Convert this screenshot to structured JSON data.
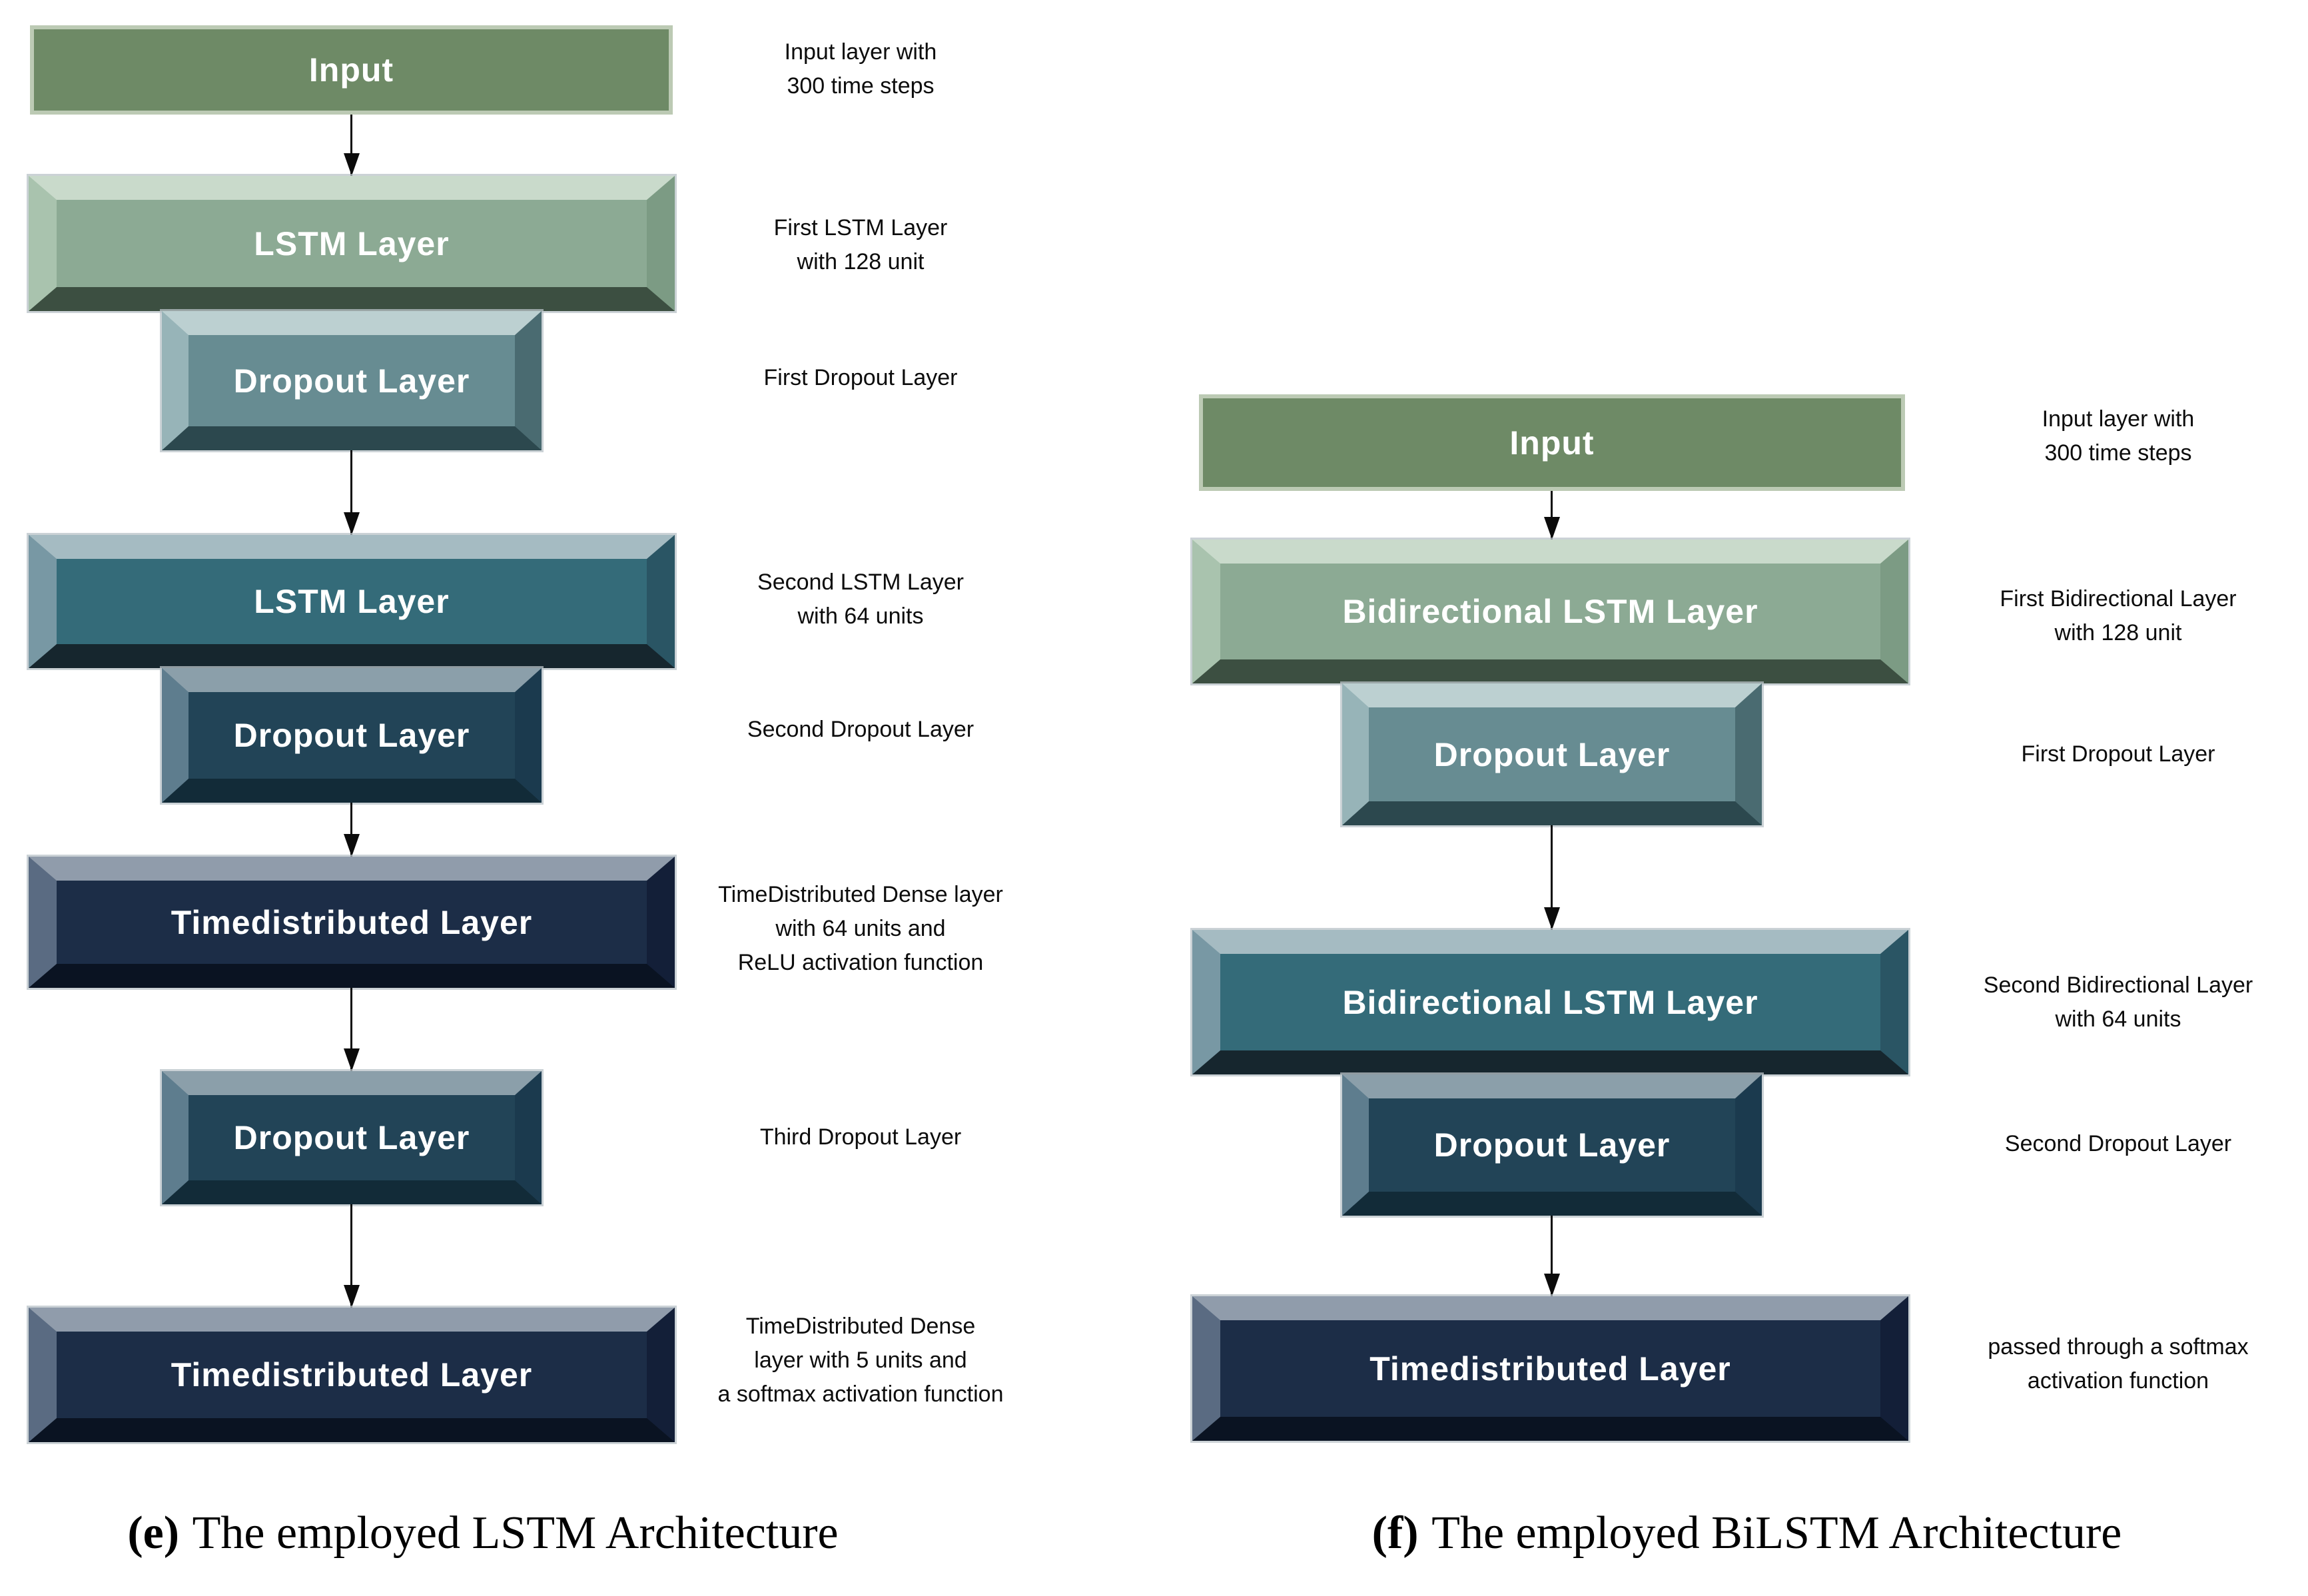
{
  "figure": {
    "background": "#ffffff",
    "arrow_color": "#0b0b0b",
    "text_color": "#0c0c0c",
    "label_color": "#ffffff"
  },
  "palette": {
    "input_green": "#6E8A66",
    "sage_green": "#8CAA94",
    "teal": "#678C92",
    "dark_teal": "#346B79",
    "navy": "#224457",
    "dark_navy": "#1C2D47"
  },
  "diagrams": [
    {
      "id": "e",
      "caption_label": "(e)",
      "caption_text": "The employed LSTM Architecture",
      "nodes": [
        {
          "label": "Input",
          "annotation": "Input layer with\n300 time steps"
        },
        {
          "label": "LSTM Layer",
          "annotation": "First LSTM Layer\nwith 128 unit"
        },
        {
          "label": "Dropout Layer",
          "annotation": "First Dropout Layer"
        },
        {
          "label": "LSTM Layer",
          "annotation": "Second LSTM Layer\nwith 64 units"
        },
        {
          "label": "Dropout Layer",
          "annotation": "Second Dropout Layer"
        },
        {
          "label": "Timedistributed Layer",
          "annotation": "TimeDistributed Dense layer\nwith 64 units and\nReLU activation function"
        },
        {
          "label": "Dropout Layer",
          "annotation": "Third Dropout Layer"
        },
        {
          "label": "Timedistributed Layer",
          "annotation": "TimeDistributed Dense\nlayer with 5 units and\na softmax activation function"
        }
      ]
    },
    {
      "id": "f",
      "caption_label": "(f)",
      "caption_text": "The employed BiLSTM Architecture",
      "nodes": [
        {
          "label": "Input",
          "annotation": "Input layer with\n300 time steps"
        },
        {
          "label": "Bidirectional LSTM Layer",
          "annotation": "First Bidirectional Layer\nwith 128 unit"
        },
        {
          "label": "Dropout Layer",
          "annotation": "First Dropout Layer"
        },
        {
          "label": "Bidirectional LSTM Layer",
          "annotation": "Second Bidirectional Layer\nwith 64 units"
        },
        {
          "label": "Dropout Layer",
          "annotation": "Second Dropout Layer"
        },
        {
          "label": "Timedistributed Layer",
          "annotation": "passed through a softmax\nactivation function"
        }
      ]
    }
  ]
}
